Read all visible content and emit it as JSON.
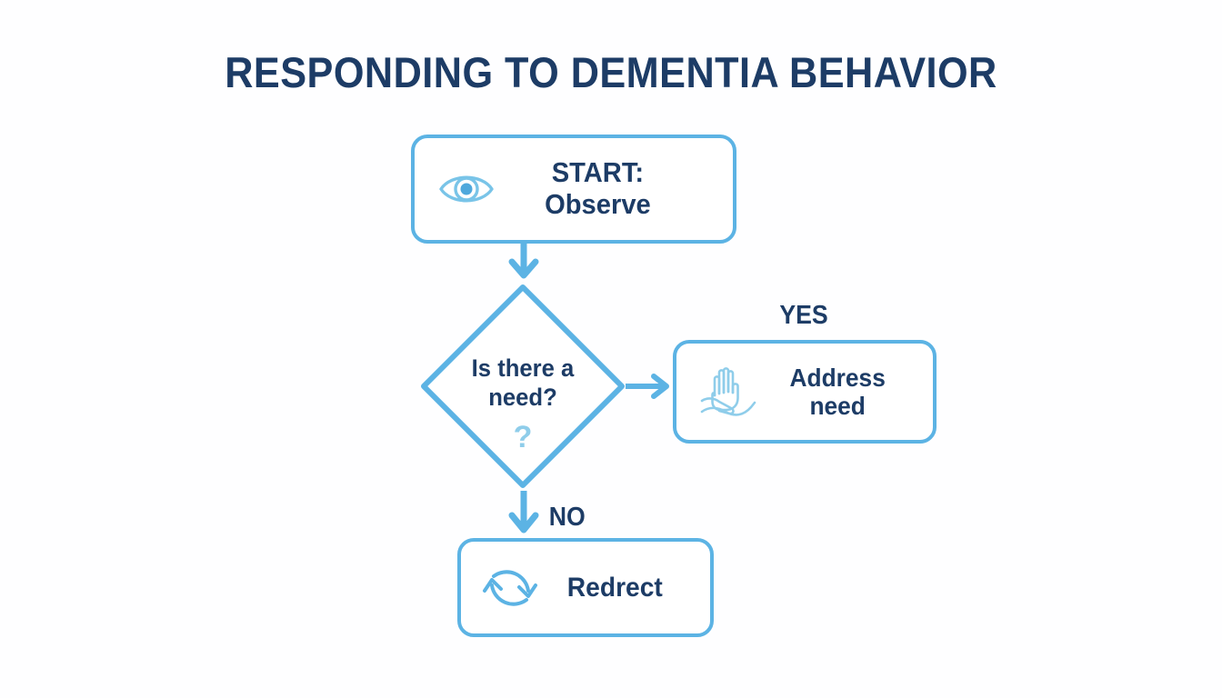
{
  "page": {
    "title": "RESPONDING TO DEMENTIA BEHAVIOR",
    "background_color": "#fefeff",
    "accent_color": "#5cb3e4",
    "text_color": "#1d3c66",
    "muted_accent_color": "#8fcdea"
  },
  "flowchart": {
    "type": "decision-flowchart",
    "nodes": [
      {
        "id": "start",
        "shape": "rounded-rect",
        "label": "START: Observe",
        "icon": "eye-icon"
      },
      {
        "id": "decision",
        "shape": "diamond",
        "label_line1": "Is there a",
        "label_line2": "need?",
        "symbol": "?"
      },
      {
        "id": "address",
        "shape": "rounded-rect",
        "label_line1": "Address",
        "label_line2": "need",
        "icon": "helping-hands-icon"
      },
      {
        "id": "redirect",
        "shape": "rounded-rect",
        "label": "Redrect",
        "icon": "refresh-cycle-icon"
      }
    ],
    "edges": [
      {
        "from": "start",
        "to": "decision",
        "label": "",
        "direction": "down"
      },
      {
        "from": "decision",
        "to": "address",
        "label": "YES",
        "direction": "right"
      },
      {
        "from": "decision",
        "to": "redirect",
        "label": "NO",
        "direction": "down"
      }
    ],
    "branch_labels": {
      "yes": "YES",
      "no": "NO"
    }
  }
}
